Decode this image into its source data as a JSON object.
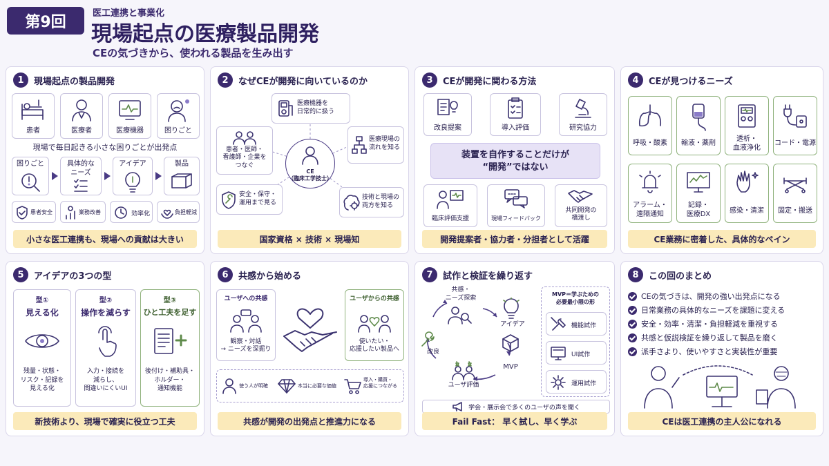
{
  "header": {
    "badge": "第9回",
    "supertitle": "医工連携と事業化",
    "title": "現場起点の医療製品開発",
    "subtitle": "CEの気づきから、使われる製品を生み出す"
  },
  "p1": {
    "num": "1",
    "title": "現場起点の製品開発",
    "cards": [
      "患者",
      "医療者",
      "医療機器",
      "困りごと"
    ],
    "caption": "現場で毎日起きる小さな困りごとが出発点",
    "flow": [
      "困りごと",
      "具体的な\nニーズ",
      "アイデア",
      "製品"
    ],
    "chips": [
      "患者安全",
      "業務改善",
      "効率化",
      "負担軽減"
    ],
    "footer": "小さな医工連携も、現場への貢献は大きい"
  },
  "p2": {
    "num": "2",
    "title": "なぜCEが開発に向いているのか",
    "center": "CE\n（臨床工学技士）",
    "items": [
      "医療機器を\n日常的に扱う",
      "医療現場の\n流れを知る",
      "技術と現場の\n両方を知る",
      "安全・保守・\n運用まで見る",
      "患者・医師・\n看護師・企業を\nつなぐ"
    ],
    "footer": "国家資格 × 技術 × 現場知"
  },
  "p3": {
    "num": "3",
    "title": "CEが開発に関わる方法",
    "top": [
      "改良提案",
      "導入評価",
      "研究協力"
    ],
    "message": "装置を自作することだけが\n“開発”ではない",
    "bottom": [
      "臨床評価支援",
      "現場フィードバック",
      "共同開発の\n橋渡し"
    ],
    "footer": "開発提案者・協力者・分担者として活躍"
  },
  "p4": {
    "num": "4",
    "title": "CEが見つけるニーズ",
    "items": [
      "呼吸・酸素",
      "輸液・薬剤",
      "透析・\n血液浄化",
      "コード・電源",
      "アラーム・\n遠隔通知",
      "記録・\n医療DX",
      "感染・清潔",
      "固定・搬送"
    ],
    "footer": "CE業務に密着した、具体的なペイン"
  },
  "p5": {
    "num": "5",
    "title": "アイデアの3つの型",
    "types": [
      {
        "tag": "型①",
        "name": "見える化",
        "desc": "残量・状態・\nリスク・記録を\n見える化"
      },
      {
        "tag": "型②",
        "name": "操作を減らす",
        "desc": "入力・接続を\n減らし、\n間違いにくいUI"
      },
      {
        "tag": "型③",
        "name": "ひと工夫を足す",
        "desc": "後付け・補助具・\nホルダー・\n通知機能"
      }
    ],
    "footer": "新技術より、現場で確実に役立つ工夫"
  },
  "p6": {
    "num": "6",
    "title": "共感から始める",
    "left_title": "ユーザへの共感",
    "left_desc": "観察・対話\n→ ニーズを深掘り",
    "right_title": "ユーザからの共感",
    "right_desc": "使いたい・\n応援したい製品へ",
    "strip": [
      "使う人が明確",
      "本当に必要な価値",
      "導入・購買・\n応援につながる"
    ],
    "footer": "共感が開発の出発点と推進力になる"
  },
  "p7": {
    "num": "7",
    "title": "試作と検証を繰り返す",
    "cycle": [
      "共感・\nニーズ探索",
      "アイデア",
      "MVP",
      "ユーザ評価",
      "改良"
    ],
    "mvp_title": "MVP＝学ぶための\n必要最小限の形",
    "mvp_items": [
      "機能試作",
      "UI試作",
      "運用試作"
    ],
    "note": "学会・展示会で多くのユーザの声を聞く",
    "footer": "Fail Fast： 早く試し、早く学ぶ"
  },
  "p8": {
    "num": "8",
    "title": "この回のまとめ",
    "points": [
      "CEの気づきは、開発の強い出発点になる",
      "日常業務の具体的なニーズを課題に変える",
      "安全・効率・清潔・負担軽減を重視する",
      "共感と仮説検証を繰り返して製品を磨く",
      "派手さより、使いやすさと実装性が重要"
    ],
    "footer": "CEは医工連携の主人公になれる"
  }
}
